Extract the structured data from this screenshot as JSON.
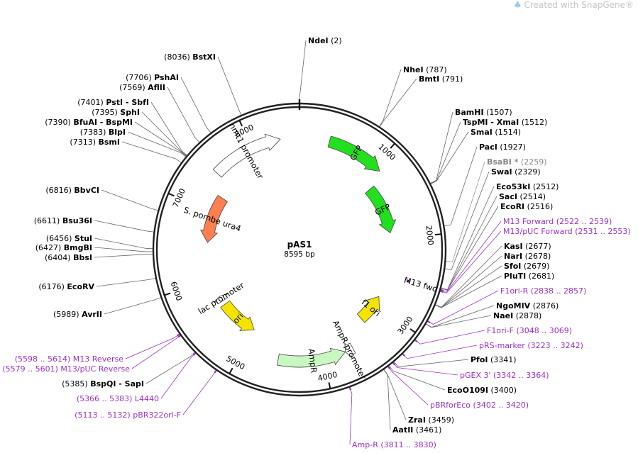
{
  "credit": "Created with SnapGene®",
  "plasmid": {
    "name": "pAS1",
    "size": "8595 bp",
    "length": 8595
  },
  "ticks": [
    {
      "pos": 1000,
      "label": "1000"
    },
    {
      "pos": 2000,
      "label": "2000"
    },
    {
      "pos": 3000,
      "label": "3000"
    },
    {
      "pos": 4000,
      "label": "4000"
    },
    {
      "pos": 5000,
      "label": "5000"
    },
    {
      "pos": 6000,
      "label": "6000"
    },
    {
      "pos": 7000,
      "label": "7000"
    },
    {
      "pos": 8000,
      "label": "8000"
    }
  ],
  "features": [
    {
      "id": "gfp-1",
      "label": "GFP",
      "color": "#22e01e",
      "start": 370,
      "end": 1090,
      "strand": 1
    },
    {
      "id": "gfp-2",
      "label": "GFP",
      "color": "#22e01e",
      "start": 1180,
      "end": 1900,
      "strand": 1
    },
    {
      "id": "nmt1-promoter",
      "label": "nmt1 promoter",
      "color": "#ffffff",
      "start": 7470,
      "end": 8360,
      "strand": 1
    },
    {
      "id": "ura4",
      "label": "S. pombe ura4",
      "color": "#ff7f50",
      "start": 6550,
      "end": 7250,
      "strand": -1
    },
    {
      "id": "f1-ori",
      "label": "f1 ori",
      "color": "#f5e400",
      "start": 2880,
      "end": 3300,
      "strand": -1
    },
    {
      "id": "ampr-promoter",
      "label": "AmpR promoter",
      "color": "#ffffff",
      "start": 3620,
      "end": 3720,
      "strand": 1
    },
    {
      "id": "ampr",
      "label": "AmpR",
      "color": "#c9f7c2",
      "start": 3720,
      "end": 4560,
      "strand": -1
    },
    {
      "id": "ori",
      "label": "ori",
      "color": "#f5e400",
      "start": 5000,
      "end": 5580,
      "strand": -1
    },
    {
      "id": "lac-promoter",
      "label": "lac promoter",
      "color": "#ffffff",
      "start": 5640,
      "end": 5720,
      "strand": 1
    },
    {
      "id": "m13-fwd",
      "label": "M13 fwd",
      "color": "#9b30c8",
      "start": 2522,
      "end": 2553,
      "strand": 1
    }
  ],
  "sites": [
    {
      "name": "NdeI",
      "pos": "(2)",
      "bp": 2
    },
    {
      "name": "NheI",
      "pos": "(787)",
      "bp": 787
    },
    {
      "name": "BmtI",
      "pos": "(791)",
      "bp": 791
    },
    {
      "name": "BamHI",
      "pos": "(1507)",
      "bp": 1507
    },
    {
      "name": "TspMI - XmaI",
      "pos": "(1512)",
      "bp": 1512
    },
    {
      "name": "SmaI",
      "pos": "(1514)",
      "bp": 1514
    },
    {
      "name": "PacI",
      "pos": "(1927)",
      "bp": 1927
    },
    {
      "name": "BsaBI *",
      "pos": "(2259)",
      "bp": 2259
    },
    {
      "name": "SwaI",
      "pos": "(2329)",
      "bp": 2329
    },
    {
      "name": "Eco53kI",
      "pos": "(2512)",
      "bp": 2512
    },
    {
      "name": "SacI",
      "pos": "(2514)",
      "bp": 2514
    },
    {
      "name": "EcoRI",
      "pos": "(2516)",
      "bp": 2516
    },
    {
      "name": "M13 Forward",
      "pos": "(2522 .. 2539)",
      "bp": 2530
    },
    {
      "name": "M13/pUC Forward",
      "pos": "(2531 .. 2553)",
      "bp": 2542
    },
    {
      "name": "KasI",
      "pos": "(2677)",
      "bp": 2677
    },
    {
      "name": "NarI",
      "pos": "(2678)",
      "bp": 2678
    },
    {
      "name": "SfoI",
      "pos": "(2679)",
      "bp": 2679
    },
    {
      "name": "PluTI",
      "pos": "(2681)",
      "bp": 2681
    },
    {
      "name": "F1ori-R",
      "pos": "(2838 .. 2857)",
      "bp": 2847
    },
    {
      "name": "NgoMIV",
      "pos": "(2876)",
      "bp": 2876
    },
    {
      "name": "NaeI",
      "pos": "(2878)",
      "bp": 2878
    },
    {
      "name": "F1ori-F",
      "pos": "(3048 .. 3069)",
      "bp": 3058
    },
    {
      "name": "pRS-marker",
      "pos": "(3223 .. 3242)",
      "bp": 3232
    },
    {
      "name": "PfoI",
      "pos": "(3341)",
      "bp": 3341
    },
    {
      "name": "pGEX 3'",
      "pos": "(3342 .. 3364)",
      "bp": 3353
    },
    {
      "name": "EcoO109I",
      "pos": "(3400)",
      "bp": 3400
    },
    {
      "name": "pBRforEco",
      "pos": "(3402 .. 3420)",
      "bp": 3411
    },
    {
      "name": "ZraI",
      "pos": "(3459)",
      "bp": 3459
    },
    {
      "name": "AatII",
      "pos": "(3461)",
      "bp": 3461
    },
    {
      "name": "Amp-R",
      "pos": "(3811 .. 3830)",
      "bp": 3820
    },
    {
      "name": "pBR322ori-F",
      "pos": "(5113 .. 5132)",
      "bp": 5122
    },
    {
      "name": "L4440",
      "pos": "(5366 .. 5383)",
      "bp": 5374
    },
    {
      "name": "BspQI - SapI",
      "pos": "(5385)",
      "bp": 5385
    },
    {
      "name": "M13/pUC Reverse",
      "pos": "(5579 .. 5601)",
      "bp": 5590
    },
    {
      "name": "M13 Reverse",
      "pos": "(5598 .. 5614)",
      "bp": 5606
    },
    {
      "name": "AvrII",
      "pos": "(5989)",
      "bp": 5989
    },
    {
      "name": "EcoRV",
      "pos": "(6176)",
      "bp": 6176
    },
    {
      "name": "BbsI",
      "pos": "(6404)",
      "bp": 6404
    },
    {
      "name": "BmgBI",
      "pos": "(6427)",
      "bp": 6427
    },
    {
      "name": "StuI",
      "pos": "(6456)",
      "bp": 6456
    },
    {
      "name": "Bsu36I",
      "pos": "(6611)",
      "bp": 6611
    },
    {
      "name": "BbvCI",
      "pos": "(6816)",
      "bp": 6816
    },
    {
      "name": "BsmI",
      "pos": "(7313)",
      "bp": 7313
    },
    {
      "name": "BlpI",
      "pos": "(7383)",
      "bp": 7383
    },
    {
      "name": "BfuAI - BspMI",
      "pos": "(7390)",
      "bp": 7390
    },
    {
      "name": "SphI",
      "pos": "(7395)",
      "bp": 7395
    },
    {
      "name": "PstI - SbfI",
      "pos": "(7401)",
      "bp": 7401
    },
    {
      "name": "AflII",
      "pos": "(7569)",
      "bp": 7569
    },
    {
      "name": "PshAI",
      "pos": "(7706)",
      "bp": 7706
    },
    {
      "name": "BstXI",
      "pos": "(8036)",
      "bp": 8036
    }
  ]
}
